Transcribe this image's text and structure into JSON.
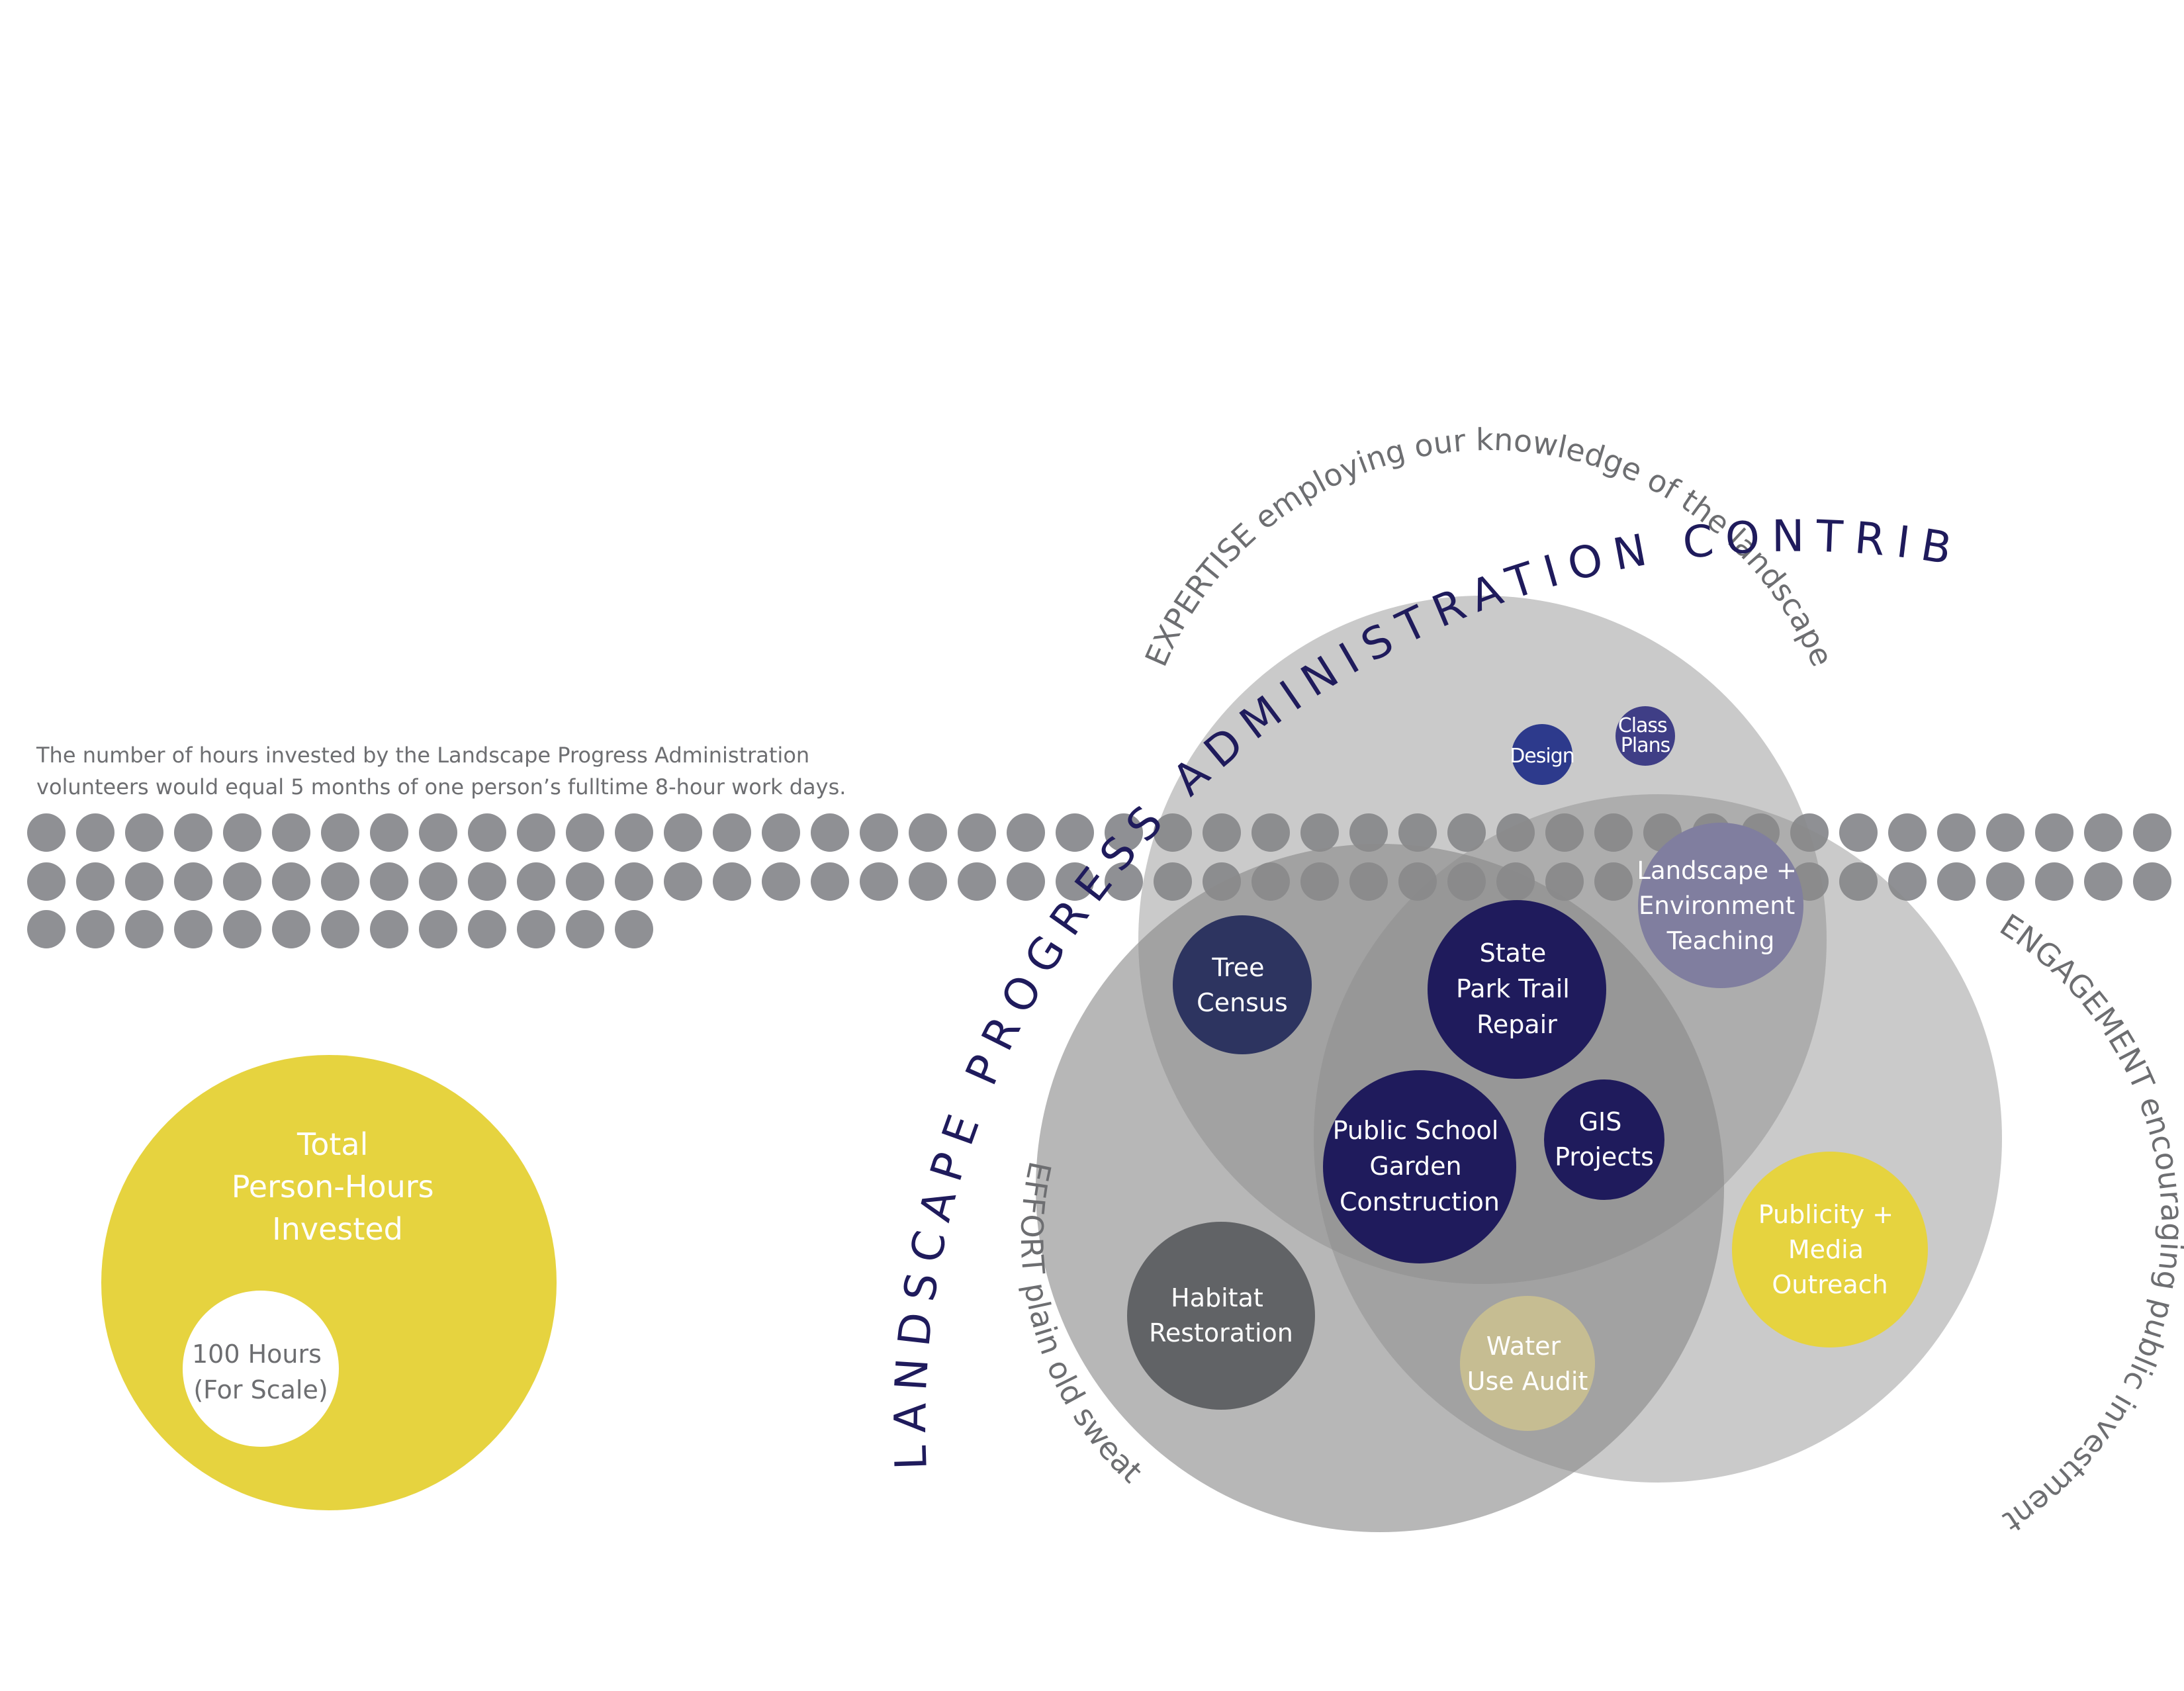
{
  "title": "LANDSCAPE PROGRESS ADMINISTRATION CONTRIBUTIONS",
  "intro": {
    "line1": "The number of hours invested by the Landscape Progress Administration",
    "line2": "volunteers would equal 5 months of one person’s fulltime 8-hour work days."
  },
  "dots": {
    "count": 101,
    "per_row": 44
  },
  "scale": {
    "total_label": [
      "Total",
      "Person-Hours",
      "Invested"
    ],
    "unit_label": [
      "100 Hours",
      "(For Scale)"
    ]
  },
  "sets": {
    "expertise": "EXPERTISE employing our knowledge of the landscape",
    "effort": "EFFORT plain old sweat",
    "engagement": "ENGAGEMENT encouraging public investment"
  },
  "projects": [
    {
      "id": "design",
      "lines": [
        "Design"
      ],
      "color": "#2d3a8c",
      "text_color": "#ffffff"
    },
    {
      "id": "class-plans",
      "lines": [
        "Class",
        "Plans"
      ],
      "color": "#3f3e86",
      "text_color": "#ffffff"
    },
    {
      "id": "landscape-environment-teaching",
      "lines": [
        "Landscape +",
        "Environment",
        "Teaching"
      ],
      "color": "#807e9f",
      "text_color": "#ffffff"
    },
    {
      "id": "tree-census",
      "lines": [
        "Tree",
        "Census"
      ],
      "color": "#2d3460",
      "text_color": "#ffffff"
    },
    {
      "id": "state-park-trail-repair",
      "lines": [
        "State",
        "Park Trail",
        "Repair"
      ],
      "color": "#1f1b5c",
      "text_color": "#ffffff"
    },
    {
      "id": "public-school-garden-construction",
      "lines": [
        "Public School",
        "Garden",
        "Construction"
      ],
      "color": "#1f1b5c",
      "text_color": "#ffffff"
    },
    {
      "id": "gis-projects",
      "lines": [
        "GIS",
        "Projects"
      ],
      "color": "#1f1b5c",
      "text_color": "#ffffff"
    },
    {
      "id": "habitat-restoration",
      "lines": [
        "Habitat",
        "Restoration"
      ],
      "color": "#616366",
      "text_color": "#ffffff"
    },
    {
      "id": "water-use-audit",
      "lines": [
        "Water",
        "Use Audit"
      ],
      "color": "#c6bd92",
      "text_color": "#ffffff"
    },
    {
      "id": "publicity-media-outreach",
      "lines": [
        "Publicity +",
        "Media",
        "Outreach"
      ],
      "color": "#e6d33f",
      "text_color": "#ffffff"
    }
  ],
  "colors": {
    "title": "#1f1b5c",
    "dot": "#8f9094",
    "scale_total": "#e6d33f",
    "scale_unit": "#ffffff",
    "set_fill": "#8a8a8a",
    "set_label": "#6d6e71",
    "body_text": "#6d6e71"
  }
}
